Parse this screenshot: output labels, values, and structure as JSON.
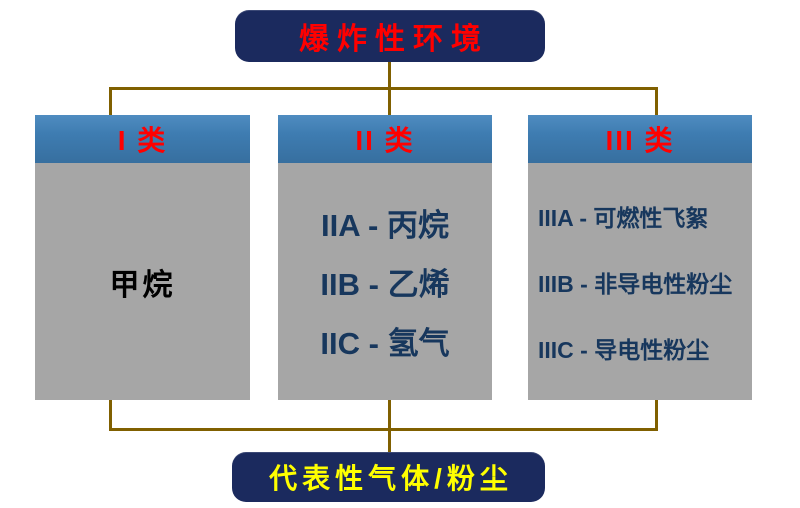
{
  "diagram": {
    "top_box": {
      "label": "爆炸性环境"
    },
    "bottom_box": {
      "label": "代表性气体/粉尘"
    },
    "columns": [
      {
        "header": "I 类",
        "items": [
          "甲烷"
        ]
      },
      {
        "header": "II 类",
        "items": [
          "IIA - 丙烷",
          "IIB - 乙烯",
          "IIC - 氢气"
        ]
      },
      {
        "header": "III 类",
        "items": [
          "IIIA - 可燃性飞絮",
          "IIIB - 非导电性粉尘",
          "IIIC - 导电性粉尘"
        ]
      }
    ],
    "colors": {
      "box_navy": "#1b2a5e",
      "header_blue": "#3e7cb1",
      "body_gray": "#a6a6a6",
      "title_red": "#ff0000",
      "item_blue": "#17375d",
      "bottom_yellow": "#ffff00",
      "connector_brown": "#806000"
    }
  }
}
